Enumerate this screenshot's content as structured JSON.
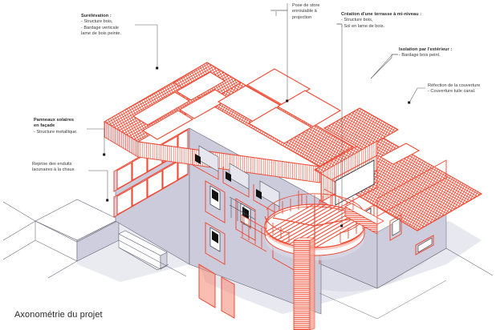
{
  "figure": {
    "caption": "Axonométrie du projet",
    "background_color": "#ffffff",
    "accent_color": "#f04a34",
    "facade_color": "#c9c9dc",
    "shadow_color": "#c6c6d8",
    "leader_color": "#5a5a5a",
    "text_color": "#2b2b2b"
  },
  "annotations": [
    {
      "id": "sureluvation",
      "title": "Surélévation :",
      "lines": [
        "- Structure bois,",
        "- Bardage verticale",
        "lame de bois peinte."
      ]
    },
    {
      "id": "panneaux-solaires",
      "title": "Panneaux solaires",
      "title2": "en façade",
      "lines": [
        "- Structure metallique."
      ]
    },
    {
      "id": "reprise-enduits",
      "title": "",
      "lines": [
        "Reprise des enduits",
        "lacunaires à la chaux"
      ]
    },
    {
      "id": "pose-de-store",
      "title": "",
      "lines": [
        "Pose de store",
        "enroulable à",
        "projection"
      ]
    },
    {
      "id": "terrasse-mi-niveau",
      "title": "Création d'une terrasse à mi-niveau :",
      "lines": [
        "- Structure bois,",
        "- Sol en lame de bois."
      ]
    },
    {
      "id": "isolation-exterieur",
      "title": "Isolation par l'extérieur :",
      "lines": [
        "- Bardage bois peint."
      ]
    },
    {
      "id": "refection-couverture",
      "title": "",
      "lines": [
        "Réfection de la couverture",
        "- Couverture tuile canal."
      ]
    }
  ],
  "drawing_elements": {
    "main_building": "corps principal R+2 avec combles",
    "right_wing": "aile droite à toiture basse",
    "annex": "annexe / garage blanc à gauche",
    "terrace": "terrasse circulaire en bois avec garde-corps",
    "stair": "escalier droit descendant depuis la terrasse",
    "roof": "toiture en tuile canal avec châssis de toit",
    "solar_panels": "panneaux solaires en façade, deux rangées"
  }
}
